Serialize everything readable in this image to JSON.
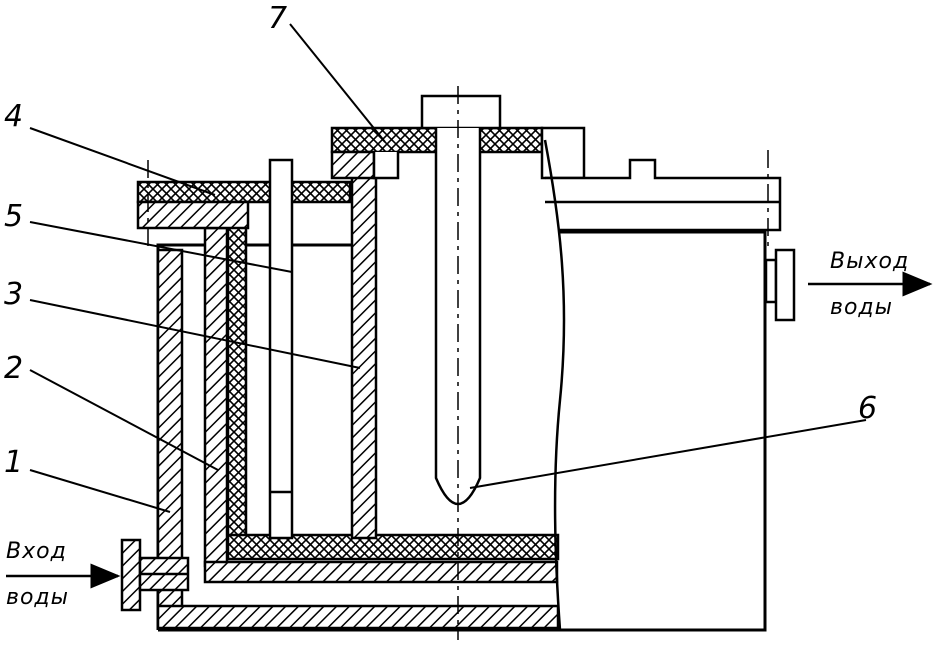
{
  "labels": {
    "callout_1": "1",
    "callout_2": "2",
    "callout_3": "3",
    "callout_4": "4",
    "callout_5": "5",
    "callout_6": "6",
    "callout_7": "7"
  },
  "inlet": {
    "line1": "Вход",
    "line2": "воды"
  },
  "outlet": {
    "line1": "Выход",
    "line2": "воды"
  },
  "colors": {
    "ink": "#000000",
    "background": "#ffffff"
  }
}
